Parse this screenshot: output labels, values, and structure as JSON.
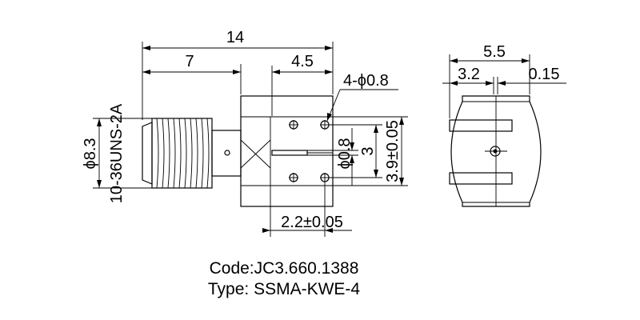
{
  "dimensions": {
    "overall_length": "14",
    "thread_length": "7",
    "body_hole_offset": "4.5",
    "holes": "4-ϕ0.8",
    "thread_dia": "ϕ8.3",
    "thread_spec": "10-36UNS-2A",
    "pin_dia": "ϕ0.8",
    "hole_spacing_v": "3",
    "leg_spacing_v": "3.9±0.05",
    "leg_spacing_h": "2.2±0.05",
    "side_width": "5.5",
    "side_left": "3.2",
    "side_pin": "0.15"
  },
  "caption": {
    "code": "Code:JC3.660.1388",
    "type": "Type: SSMA-KWE-4"
  }
}
